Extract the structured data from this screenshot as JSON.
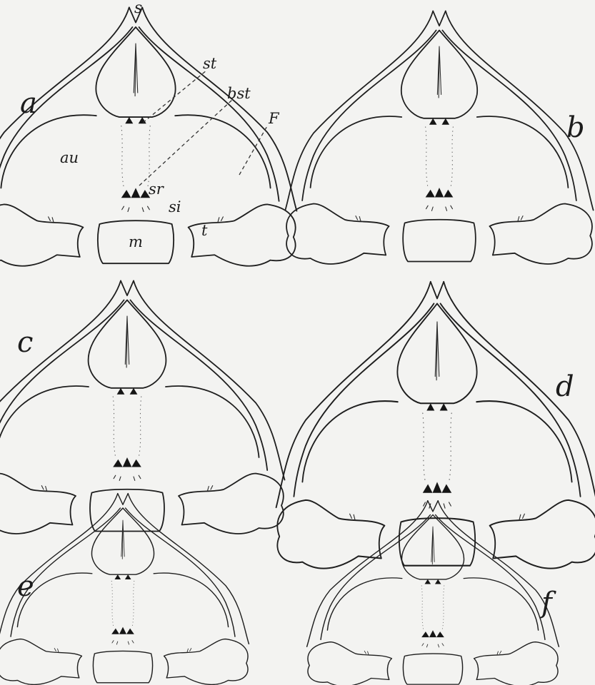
{
  "plate": {
    "panels": [
      {
        "id": "a",
        "label": "a"
      },
      {
        "id": "b",
        "label": "b"
      },
      {
        "id": "c",
        "label": "c"
      },
      {
        "id": "d",
        "label": "d"
      },
      {
        "id": "e",
        "label": "e"
      },
      {
        "id": "f",
        "label": "f"
      }
    ],
    "part_labels": {
      "s": "s",
      "st": "st",
      "bst": "bst",
      "F": "F",
      "au": "au",
      "sr": "sr",
      "si": "si",
      "t": "t",
      "m": "m"
    }
  }
}
